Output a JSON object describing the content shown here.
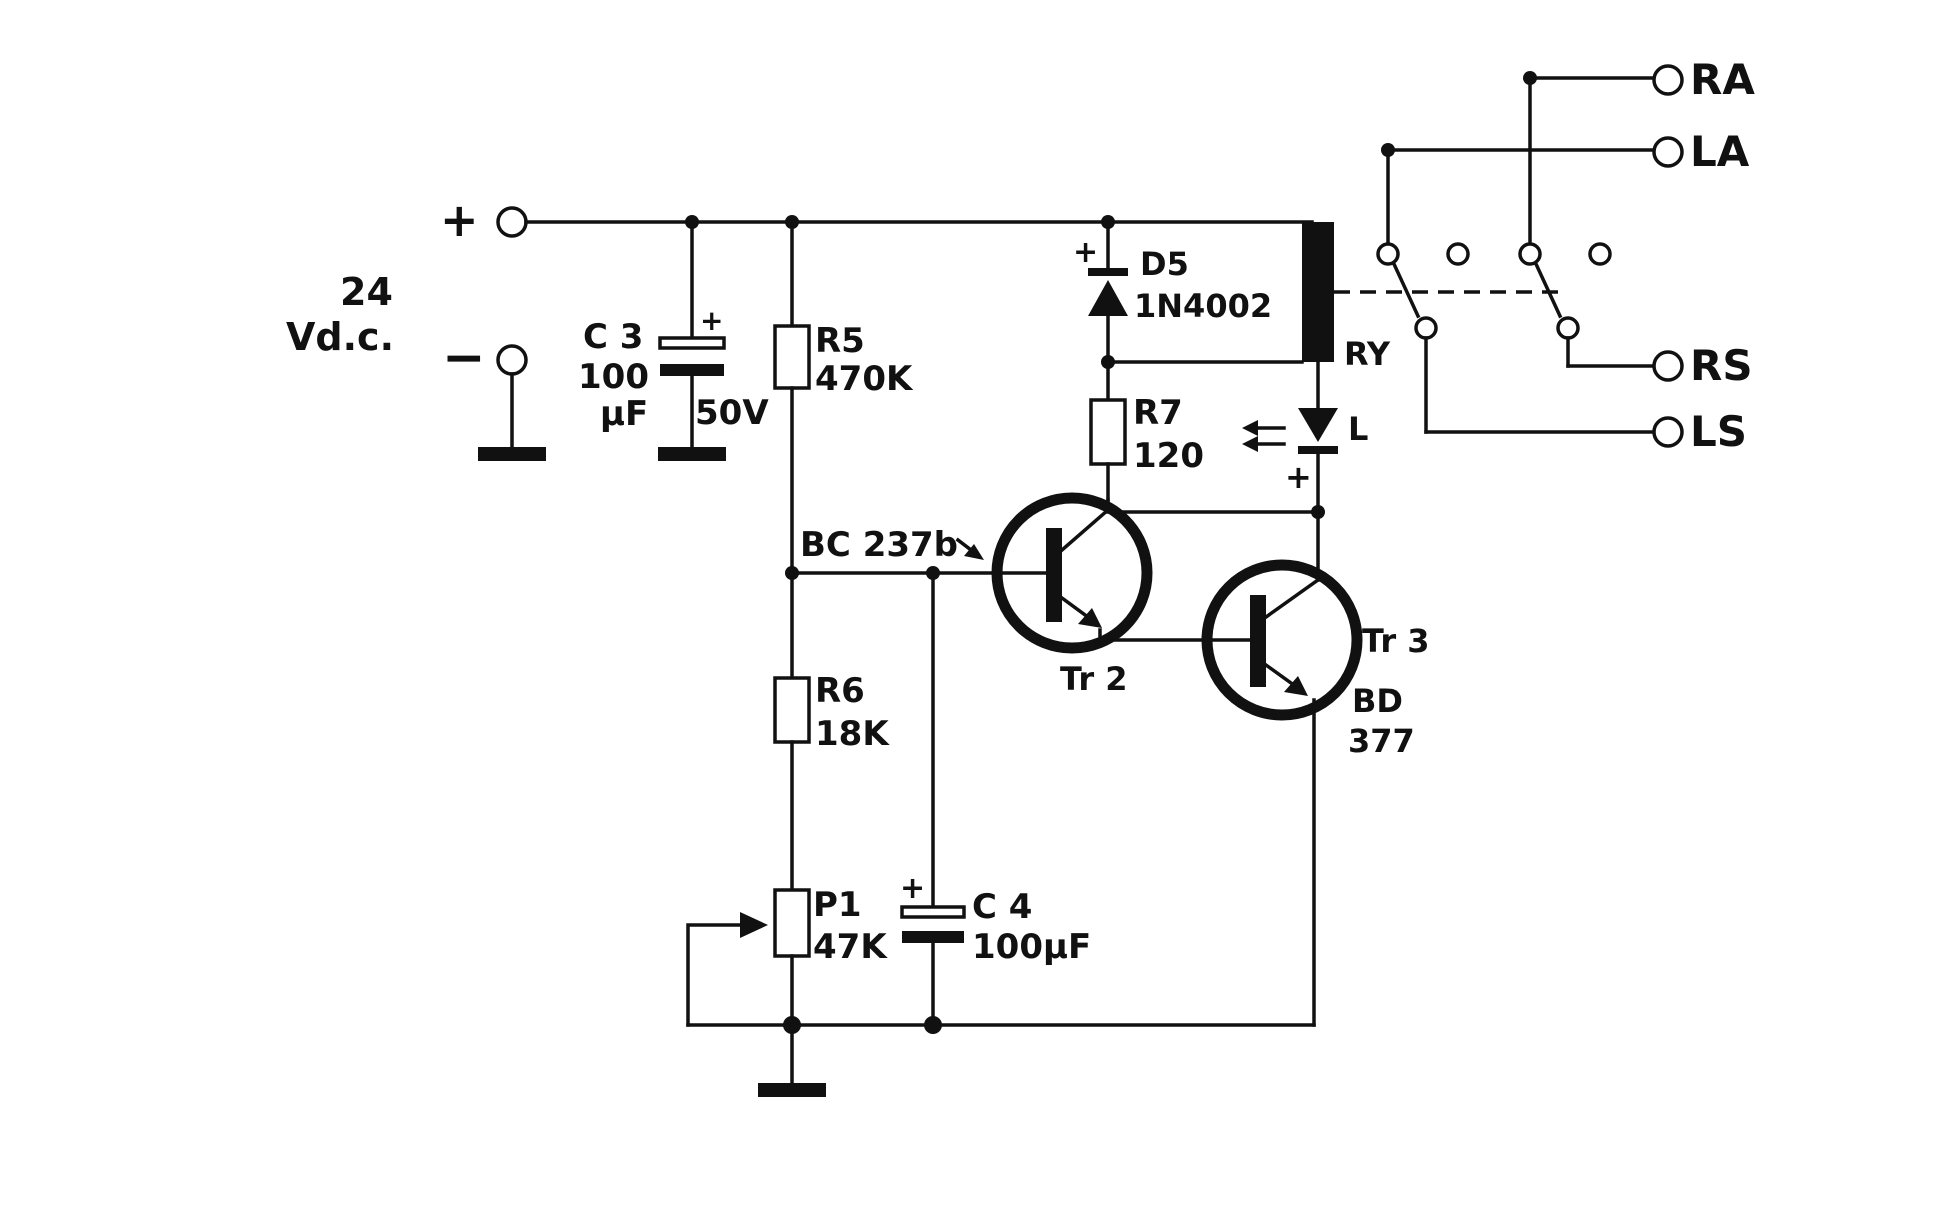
{
  "supply": {
    "plus": "+",
    "minus": "−",
    "voltage": "24",
    "unit": "Vd.c."
  },
  "components": {
    "c3": {
      "name": "C 3",
      "value": "100",
      "unit": "µF",
      "voltage": "50V",
      "polarity": "+"
    },
    "r5": {
      "name": "R5",
      "value": "470K"
    },
    "r6": {
      "name": "R6",
      "value": "18K"
    },
    "p1": {
      "name": "P1",
      "value": "47K"
    },
    "c4": {
      "name": "C 4",
      "value": "100µF",
      "polarity": "+"
    },
    "d5": {
      "name": "D5",
      "value": "1N4002",
      "polarity": "+"
    },
    "r7": {
      "name": "R7",
      "value": "120"
    },
    "ry": {
      "name": "RY"
    },
    "led": {
      "name": "L",
      "polarity": "+"
    },
    "tr2": {
      "name": "Tr 2",
      "type": "BC 237b"
    },
    "tr3": {
      "name": "Tr 3",
      "type_line1": "BD",
      "type_line2": "377"
    }
  },
  "terminals": {
    "ra": "RA",
    "la": "LA",
    "rs": "RS",
    "ls": "LS"
  }
}
